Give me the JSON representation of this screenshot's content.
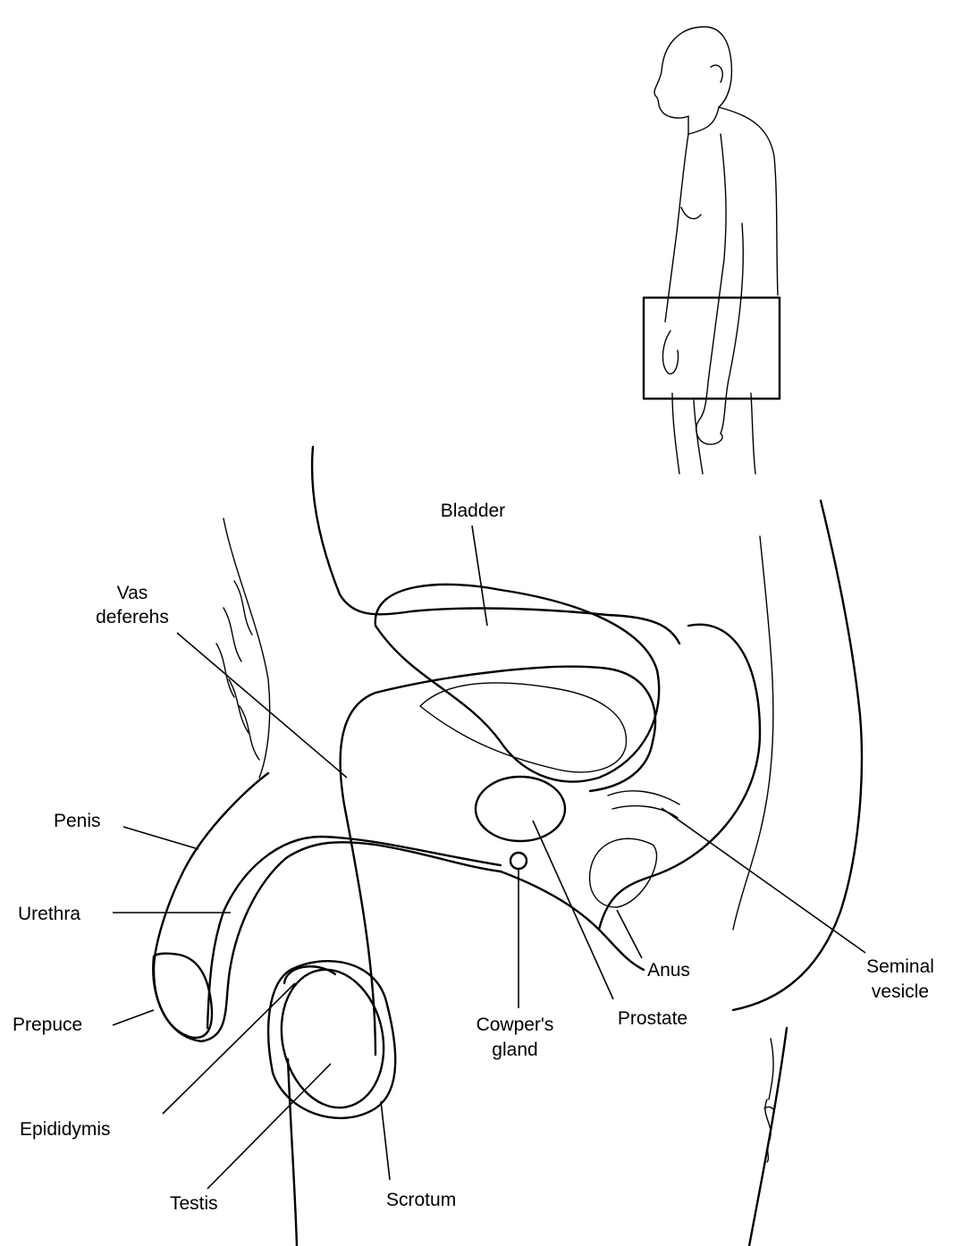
{
  "labels": {
    "bladder": "Bladder",
    "vas_deferens_1": "Vas",
    "vas_deferens_2": "deferehs",
    "penis": "Penis",
    "urethra": "Urethra",
    "prepuce": "Prepuce",
    "epididymis": "Epididymis",
    "testis": "Testis",
    "scrotum": "Scrotum",
    "cowpers_gland_1": "Cowper's",
    "cowpers_gland_2": "gland",
    "prostate": "Prostate",
    "anus": "Anus",
    "seminal_vesicle_1": "Seminal",
    "seminal_vesicle_2": "vesicle"
  },
  "colors": {
    "ink": "#000000",
    "background": "#ffffff"
  }
}
